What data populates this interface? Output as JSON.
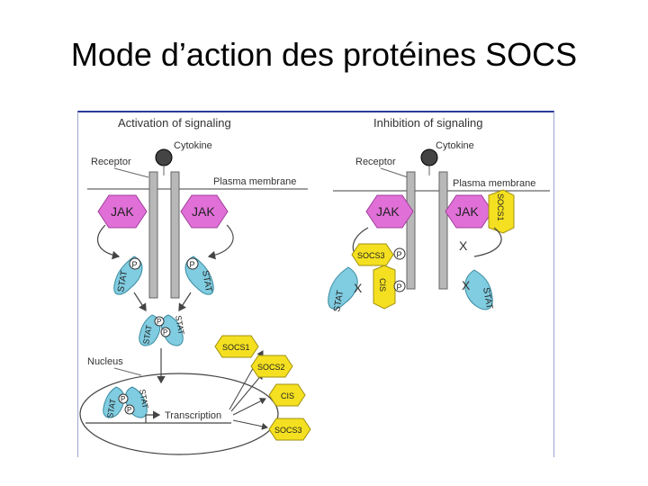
{
  "slide": {
    "title": "Mode d’action des protéines SOCS"
  },
  "diagram": {
    "left_panel": {
      "heading": "Activation of signaling",
      "cytokine": "Cytokine",
      "receptor": "Receptor",
      "membrane": "Plasma membrane",
      "jak": "JAK",
      "stat": "STAT",
      "phospho": "P",
      "nucleus": "Nucleus",
      "transcription": "Transcription",
      "socs_products": [
        "SOCS1",
        "SOCS2",
        "CIS",
        "SOCS3"
      ]
    },
    "right_panel": {
      "heading": "Inhibition of signaling",
      "cytokine": "Cytokine",
      "receptor": "Receptor",
      "membrane": "Plasma membrane",
      "jak": "JAK",
      "stat": "STAT",
      "phospho": "P",
      "socs1": "SOCS1",
      "socs3": "SOCS3",
      "cis": "CIS",
      "block_mark": "X"
    },
    "colors": {
      "jak": "#e070d8",
      "stat": "#80cce0",
      "socs": "#f4e020",
      "receptor": "#b8b8b8",
      "frame": "#2a3a9a"
    }
  }
}
